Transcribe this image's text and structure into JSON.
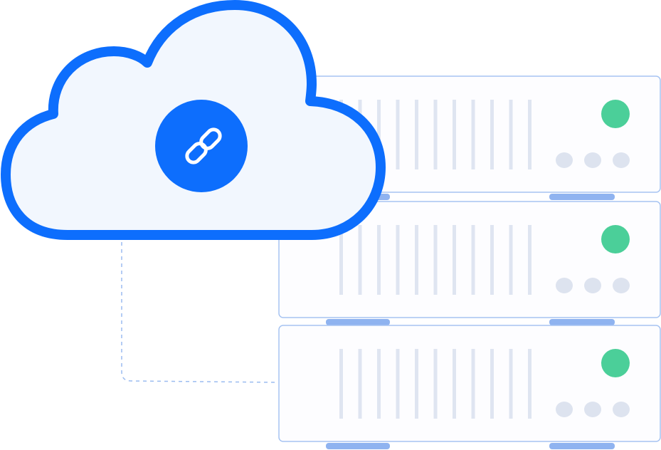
{
  "illustration": {
    "subject": "cloud-linked-server-rack",
    "colors": {
      "background": "#ffffff",
      "cloud_outline": "#0d6efd",
      "cloud_fill": "#f2f7fe",
      "link_badge": "#0d6efd",
      "link_icon": "#ffffff",
      "server_border": "#a7c4f2",
      "server_fill": "#fdfdff",
      "server_foot": "#8fb3f0",
      "vent_slot": "#dfe5f1",
      "status_led_on": "#4bcf99",
      "status_led_idle": "#dde3ef",
      "connector_line": "#9bbcf0"
    },
    "icons": [
      "cloud-icon",
      "link-icon",
      "server-icon"
    ],
    "server_units": 3,
    "vent_slots_per_unit": 11,
    "idle_leds_per_unit": 3,
    "active_leds_per_unit": 1
  }
}
